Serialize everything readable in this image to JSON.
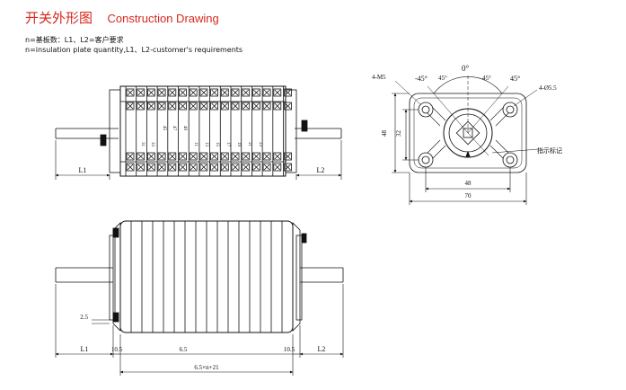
{
  "header": {
    "title_cn": "开关外形图",
    "title_en": "Construction Drawing",
    "note_cn": "n=基板数：L1、L2=客户要求",
    "note_en": "n=insulation plate quantity,L1、L2-customer's requirements"
  },
  "front_view": {
    "dim_left": "L1",
    "dim_right": "L2",
    "terminal_numbers_top": [
      "45",
      "47",
      "49"
    ],
    "terminal_numbers_bottom": [
      "31",
      "33",
      "11",
      "13",
      "15",
      "17",
      "19",
      "21",
      "23"
    ]
  },
  "side_view": {
    "angles": [
      "-45°",
      "45°",
      "0°",
      "45°",
      "45°"
    ],
    "hole_label_left": "4-M5",
    "hole_label_right": "4-Ø5.5",
    "dim_height_outer": "48",
    "dim_height_inner": "32",
    "dim_width_inner": "48",
    "dim_width_outer": "70",
    "indicator_label": "指示标记"
  },
  "bottom_view": {
    "dim_offset": "2.5",
    "dim_left": "L1",
    "dim_end_left": "10.5",
    "dim_pitch": "6.5",
    "dim_end_right": "10.5",
    "dim_right": "L2",
    "dim_total": "6.5×n+21"
  }
}
